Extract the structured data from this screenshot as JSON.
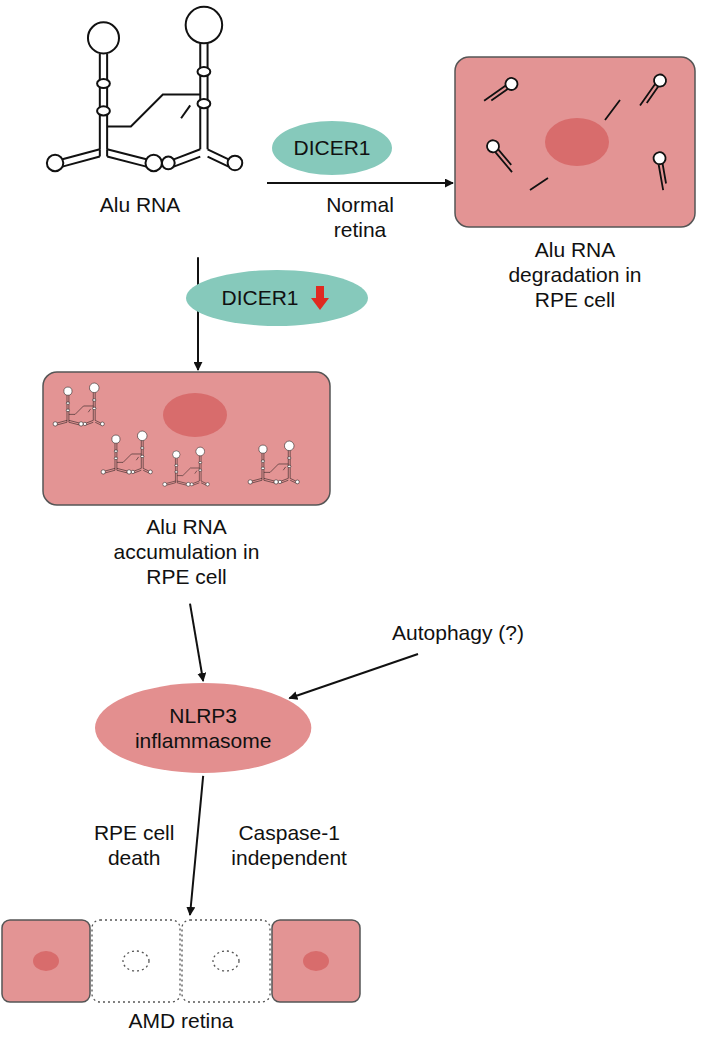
{
  "diagram": {
    "nodes": [
      {
        "text": [
          "Alu RNA"
        ]
      },
      {
        "text": [
          "DICER1"
        ]
      },
      {
        "text": [
          "Alu RNA degradation in RPE cell"
        ]
      },
      {
        "text": [
          "DICER1"
        ]
      },
      {
        "text": [
          "Alu RNA accumulation in RPE cell"
        ]
      },
      {
        "text": [
          "Autophagy (?)"
        ]
      },
      {
        "text": [
          "NLRP3 inflammasome"
        ]
      },
      {
        "text": [
          "AMD retina"
        ]
      }
    ],
    "edges": [
      {
        "from": 0,
        "to": 2,
        "arrow": "to",
        "label": "Normal retina"
      },
      {
        "from": 0,
        "to": 4,
        "arrow": "to"
      },
      {
        "from": 4,
        "to": 6,
        "arrow": "to"
      },
      {
        "from": 5,
        "to": 6,
        "arrow": "to"
      },
      {
        "from": 6,
        "to": 7,
        "arrow": "to",
        "label": "RPE cell death"
      }
    ],
    "labels": [
      "Caspase-1 independent"
    ]
  }
}
